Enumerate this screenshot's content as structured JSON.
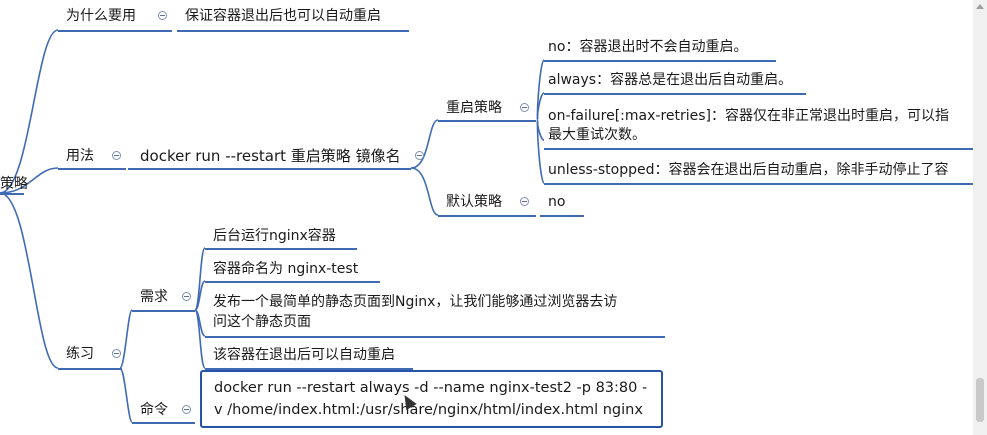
{
  "root": {
    "label": "策略"
  },
  "why": {
    "label": "为什么要用",
    "detail": "保证容器退出后也可以自动重启"
  },
  "usage": {
    "label": "用法",
    "command": "docker run --restart 重启策略  镜像名",
    "restart_policy": {
      "label": "重启策略",
      "options": [
        "no：容器退出时不会自动重启。",
        "always：容器总是在退出后自动重启。",
        "on-failure[:max-retries]：容器仅在非正常退出时重启，可以指",
        "最大重试次数。",
        "unless-stopped：容器会在退出后自动重启，除非手动停止了容"
      ]
    },
    "default_policy": {
      "label": "默认策略",
      "value": "no"
    }
  },
  "practice": {
    "label": "练习",
    "requirements": {
      "label": "需求",
      "items": [
        "后台运行nginx容器",
        "容器命名为 nginx-test",
        "发布一个最简单的静态页面到Nginx，让我们能够通过浏览器去访",
        "问这个静态页面",
        "该容器在退出后可以自动重启"
      ]
    },
    "command": {
      "label": "命令",
      "line1": "docker run --restart always -d --name nginx-test2 -p 83:80 -",
      "line2": "v /home/index.html:/usr/share/nginx/html/index.html nginx"
    }
  },
  "colors": {
    "line": "#3f6bb5",
    "box": "#2553a8"
  }
}
